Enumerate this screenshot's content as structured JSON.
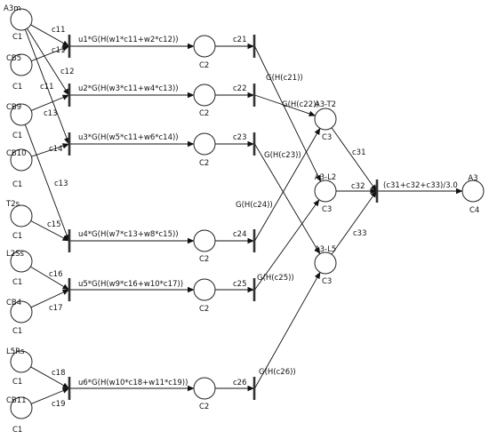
{
  "places": [
    {
      "id": "A3m",
      "name": "A3m",
      "type": "C1"
    },
    {
      "id": "CB5",
      "name": "CB5",
      "type": "C1"
    },
    {
      "id": "CB9",
      "name": "CB9",
      "type": "C1"
    },
    {
      "id": "CB10",
      "name": "CB10",
      "type": "C1"
    },
    {
      "id": "T2s",
      "name": "T2s",
      "type": "C1"
    },
    {
      "id": "L2Ss",
      "name": "L2Ss",
      "type": "C1"
    },
    {
      "id": "CB4",
      "name": "CB4",
      "type": "C1"
    },
    {
      "id": "L5Rs",
      "name": "L5Rs",
      "type": "C1"
    },
    {
      "id": "CB11",
      "name": "CB11",
      "type": "C1"
    },
    {
      "id": "P21",
      "name": "",
      "type": "C2"
    },
    {
      "id": "P22",
      "name": "",
      "type": "C2"
    },
    {
      "id": "P23",
      "name": "",
      "type": "C2"
    },
    {
      "id": "P24",
      "name": "",
      "type": "C2"
    },
    {
      "id": "P25",
      "name": "",
      "type": "C2"
    },
    {
      "id": "P26",
      "name": "",
      "type": "C2"
    },
    {
      "id": "T2",
      "name": "A3-T2",
      "type": "C3"
    },
    {
      "id": "L2",
      "name": "A3-L2",
      "type": "C3"
    },
    {
      "id": "L5",
      "name": "A3-L5",
      "type": "C3"
    },
    {
      "id": "A3",
      "name": "A3",
      "type": "C4"
    }
  ],
  "transitions": [
    {
      "id": "t1",
      "label": "u1*G(H(w1*c11+w2*c12))"
    },
    {
      "id": "t2",
      "label": "u2*G(H(w3*c11+w4*c13))"
    },
    {
      "id": "t3",
      "label": "u3*G(H(w5*c11+w6*c14))"
    },
    {
      "id": "t4",
      "label": "u4*G(H(w7*c13+w8*c15))"
    },
    {
      "id": "t5",
      "label": "u5*G(H(w9*c16+w10*c17))"
    },
    {
      "id": "t6",
      "label": "u6*G(H(w10*c18+w11*c19))"
    },
    {
      "id": "s21",
      "label": ""
    },
    {
      "id": "s22",
      "label": ""
    },
    {
      "id": "s23",
      "label": ""
    },
    {
      "id": "s24",
      "label": ""
    },
    {
      "id": "s25",
      "label": ""
    },
    {
      "id": "s26",
      "label": ""
    },
    {
      "id": "tf",
      "label": "(c31+c32+c33)/3.0"
    }
  ],
  "arcs": [
    {
      "from": "A3m",
      "to": "t1",
      "label": "c11"
    },
    {
      "from": "A3m",
      "to": "t2",
      "label": "c11"
    },
    {
      "from": "A3m",
      "to": "t3",
      "label": "c11"
    },
    {
      "from": "CB5",
      "to": "t1",
      "label": "c12"
    },
    {
      "from": "CB9",
      "to": "t2",
      "label": "c13"
    },
    {
      "from": "CB9",
      "to": "t4",
      "label": "c13"
    },
    {
      "from": "CB10",
      "to": "t3",
      "label": "c14"
    },
    {
      "from": "T2s",
      "to": "t4",
      "label": "c15"
    },
    {
      "from": "L2Ss",
      "to": "t5",
      "label": "c16"
    },
    {
      "from": "CB4",
      "to": "t5",
      "label": "c17"
    },
    {
      "from": "L5Rs",
      "to": "t6",
      "label": "c18"
    },
    {
      "from": "CB11",
      "to": "t6",
      "label": "c19"
    },
    {
      "from": "t1",
      "to": "P21",
      "label": ""
    },
    {
      "from": "t2",
      "to": "P22",
      "label": ""
    },
    {
      "from": "t3",
      "to": "P23",
      "label": ""
    },
    {
      "from": "t4",
      "to": "P24",
      "label": ""
    },
    {
      "from": "t5",
      "to": "P25",
      "label": ""
    },
    {
      "from": "t6",
      "to": "P26",
      "label": ""
    },
    {
      "from": "P21",
      "to": "s21",
      "label": "c21"
    },
    {
      "from": "P22",
      "to": "s22",
      "label": "c22"
    },
    {
      "from": "P23",
      "to": "s23",
      "label": "c23"
    },
    {
      "from": "P24",
      "to": "s24",
      "label": "c24"
    },
    {
      "from": "P25",
      "to": "s25",
      "label": "c25"
    },
    {
      "from": "P26",
      "to": "s26",
      "label": "c26"
    },
    {
      "from": "s21",
      "to": "L2",
      "label": "G(H(c21))"
    },
    {
      "from": "s22",
      "to": "T2",
      "label": "G(H(c22))"
    },
    {
      "from": "s23",
      "to": "L5",
      "label": "G(H(c23))"
    },
    {
      "from": "s24",
      "to": "T2",
      "label": "G(H(c24))"
    },
    {
      "from": "s25",
      "to": "L2",
      "label": "G(H(c25))"
    },
    {
      "from": "s26",
      "to": "L5",
      "label": "G(H(c26))"
    },
    {
      "from": "T2",
      "to": "tf",
      "label": "c31"
    },
    {
      "from": "L2",
      "to": "tf",
      "label": "c32"
    },
    {
      "from": "L5",
      "to": "tf",
      "label": "c33"
    },
    {
      "from": "tf",
      "to": "A3",
      "label": ""
    }
  ]
}
